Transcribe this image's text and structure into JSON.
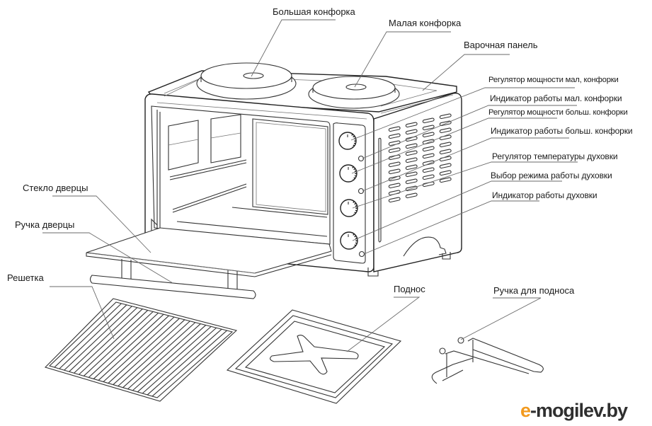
{
  "diagram": {
    "title": "Мини-печь с конфорками — схема устройства",
    "labels": {
      "large_burner": "Большая конфорка",
      "small_burner": "Малая конфорка",
      "hob_panel": "Варочная панель",
      "small_burner_power_regulator": "Регулятор мощности мал, конфорки",
      "small_burner_indicator": "Индикатор работы  мал. конфорки",
      "large_burner_power_regulator": "Регулятор мощности больш. конфорки",
      "large_burner_indicator": "Индикатор работы  больш. конфорки",
      "oven_temperature_regulator": "Регулятор температуры духовки",
      "oven_mode_selector": "Выбор режима работы духовки",
      "oven_indicator": "Индикатор работы духовки",
      "door_glass": "Стекло дверцы",
      "door_handle": "Ручка дверцы",
      "wire_rack": "Решетка",
      "baking_tray": "Поднос",
      "tray_handle": "Ручка для подноса"
    },
    "components": {
      "knobs": 4,
      "indicator_lights": 3,
      "burners": 2
    }
  },
  "watermark": {
    "prefix": "e",
    "suffix": "-mogilev.by",
    "accent_color": "#f29a1f",
    "text_color": "#2f2f2f"
  }
}
